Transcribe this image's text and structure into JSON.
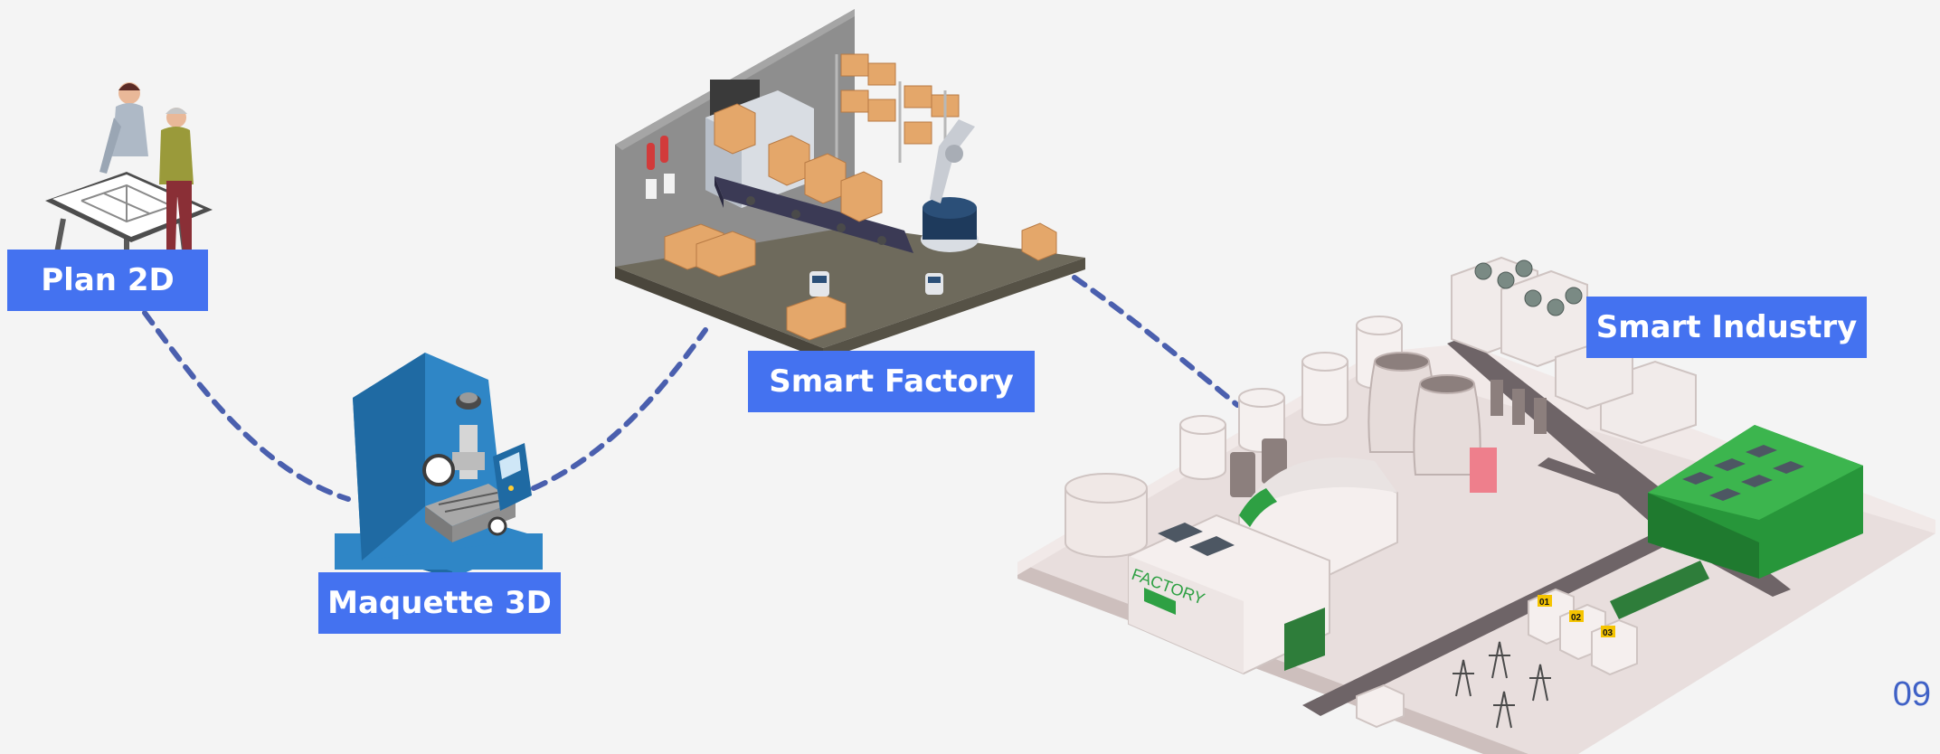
{
  "labels": {
    "plan": "Plan 2D",
    "maquette": "Maquette 3D",
    "factory": "Smart Factory",
    "industry": "Smart Industry"
  },
  "page_number": "09",
  "illustration_text": {
    "factory_sign": "FACTORY",
    "bay_01": "01",
    "bay_02": "02",
    "bay_03": "03"
  },
  "colors": {
    "label_bg": "#4472f0",
    "label_text": "#ffffff",
    "connector": "#4a5fae",
    "page_number": "#3f61c6",
    "background": "#f4f4f4"
  }
}
